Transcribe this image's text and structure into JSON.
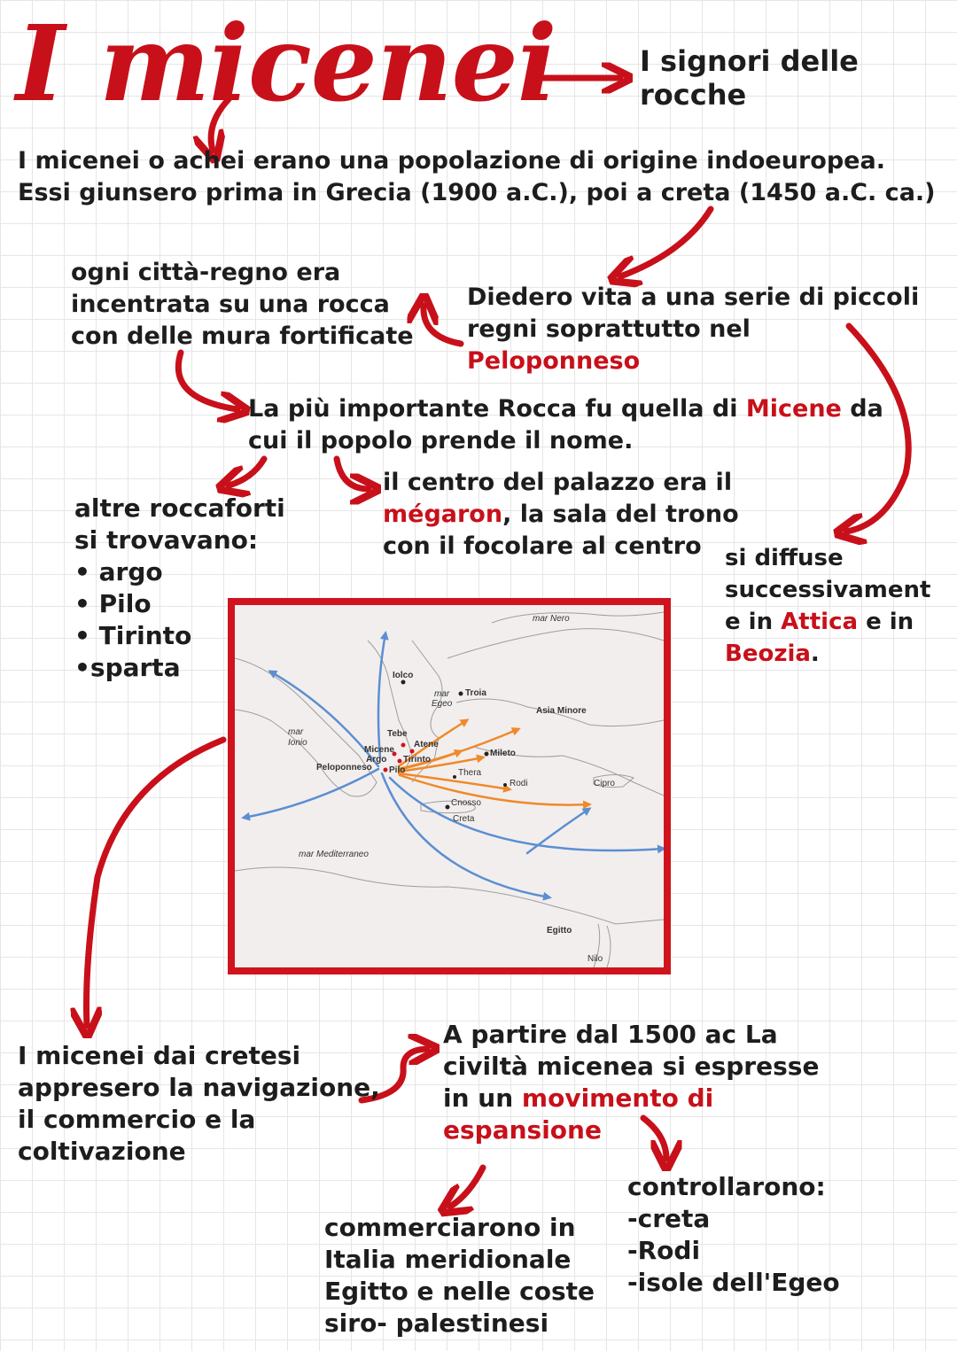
{
  "title": "I micenei",
  "subtitle": [
    "I signori delle",
    "rocche"
  ],
  "intro": [
    "I micenei o achei erano una popolazione di origine indoeuropea.",
    "Essi giunsero prima in Grecia (1900 a.C.), poi a creta (1450 a.C. ca.)"
  ],
  "kingdoms": {
    "line1": "Diedero vita a una serie di piccoli",
    "line2": "regni soprattutto nel",
    "highlight": "Peloponneso"
  },
  "rocca": [
    "ogni città-regno era",
    "incentrata su una rocca",
    "con delle mura fortificate"
  ],
  "micene": {
    "before": "La più importante Rocca fu quella di ",
    "highlight": "Micene",
    "after": " da",
    "line2": "cui il popolo prende il nome."
  },
  "megaron": {
    "line1": "il centro del palazzo era il",
    "highlight": "mégaron",
    "line2_rest": ", la sala del trono",
    "line3": "con il focolare al centro"
  },
  "strongholds": {
    "heading1": "altre roccaforti",
    "heading2": "si trovavano:",
    "items": [
      "• argo",
      "• Pilo",
      "• Tirinto",
      "•sparta"
    ]
  },
  "diffusion": {
    "line1": "si diffuse",
    "line2": "successivament",
    "line3_a": "e in ",
    "attica": "Attica",
    "line3_b": " e in",
    "beozia": "Beozia",
    "end": "."
  },
  "map": {
    "labels": {
      "mar_nero": "mar Nero",
      "iolco": "Iolco",
      "troia": "Troia",
      "mar_egeo_1": "mar",
      "mar_egeo_2": "Egeo",
      "asia_minore": "Asia Minore",
      "mar_ionio_1": "mar",
      "mar_ionio_2": "Ionio",
      "tebe": "Tebe",
      "atene": "Atene",
      "micene": "Micene",
      "argo": "Argo",
      "tirinto": "Tirinto",
      "mileto": "Mileto",
      "peloponneso": "Peloponneso",
      "pilo": "Pilo",
      "thera": "Thera",
      "rodi": "Rodi",
      "cipro": "Cipro",
      "cnosso": "Cnosso",
      "creta": "Creta",
      "mar_mediterraneo": "mar Mediterraneo",
      "egitto": "Egitto",
      "nilo": "Nilo"
    },
    "colors": {
      "frame": "#d0141d",
      "routes_west": "#5b8fd1",
      "routes_east": "#ef8a2a"
    }
  },
  "navigation": [
    "I micenei dai cretesi",
    "appresero la navigazione,",
    "il commercio e la",
    "coltivazione"
  ],
  "expansion": {
    "line1": "A partire dal 1500 ac La",
    "line2": "civiltà micenea si espresse",
    "line3_a": "in un ",
    "line3_b": "movimento di",
    "line4": "espansione"
  },
  "trade": [
    "commerciarono in",
    "Italia meridionale",
    "Egitto e nelle coste",
    "siro- palestinesi"
  ],
  "control": {
    "heading": "controllarono:",
    "items": [
      "-creta",
      "-Rodi",
      "-isole dell'Egeo"
    ]
  },
  "accent_color": "#c8101a"
}
